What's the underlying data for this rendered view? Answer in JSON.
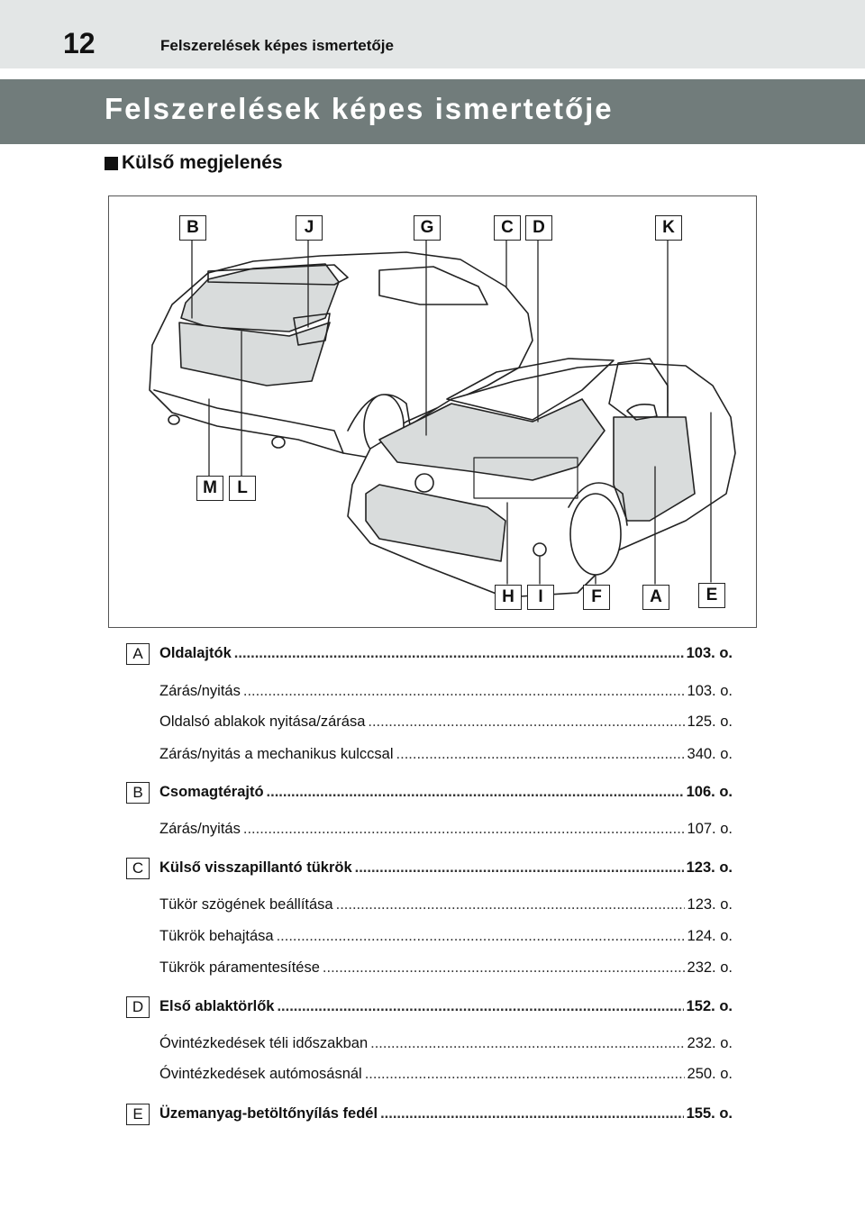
{
  "header": {
    "page_number": "12",
    "running_title": "Felszerelések képes ismertetője"
  },
  "title": "Felszerelések képes ismertetője",
  "section": {
    "marker_icon": "black-square-icon",
    "heading": "Külső megjelenés"
  },
  "figure": {
    "callouts": {
      "B": "B",
      "J": "J",
      "G": "G",
      "C": "C",
      "D": "D",
      "K": "K",
      "M": "M",
      "L": "L",
      "H": "H",
      "I": "I",
      "F": "F",
      "A": "A",
      "E": "E"
    }
  },
  "entries": [
    {
      "letter": "A",
      "title": "Oldalajtók",
      "page": "103. o.",
      "subs": [
        {
          "label": "Zárás/nyitás",
          "page": "103. o."
        },
        {
          "label": "Oldalsó ablakok nyitása/zárása",
          "page": "125. o."
        },
        {
          "label": "Zárás/nyitás a mechanikus kulccsal",
          "page": "340. o."
        }
      ]
    },
    {
      "letter": "B",
      "title": "Csomagtérajtó",
      "page": "106. o.",
      "subs": [
        {
          "label": "Zárás/nyitás",
          "page": "107. o."
        }
      ]
    },
    {
      "letter": "C",
      "title": "Külső visszapillantó tükrök",
      "page": "123. o.",
      "subs": [
        {
          "label": "Tükör szögének beállítása",
          "page": "123. o."
        },
        {
          "label": "Tükrök behajtása",
          "page": "124. o."
        },
        {
          "label": "Tükrök páramentesítése",
          "page": "232. o."
        }
      ]
    },
    {
      "letter": "D",
      "title": "Első ablaktörlők",
      "page": "152. o.",
      "subs": [
        {
          "label": "Óvintézkedések téli időszakban",
          "page": "232. o."
        },
        {
          "label": "Óvintézkedések autómosásnál",
          "page": "250. o."
        }
      ]
    },
    {
      "letter": "E",
      "title": "Üzemanyag-betöltőnyílás fedél",
      "page": "155. o.",
      "subs": []
    }
  ]
}
